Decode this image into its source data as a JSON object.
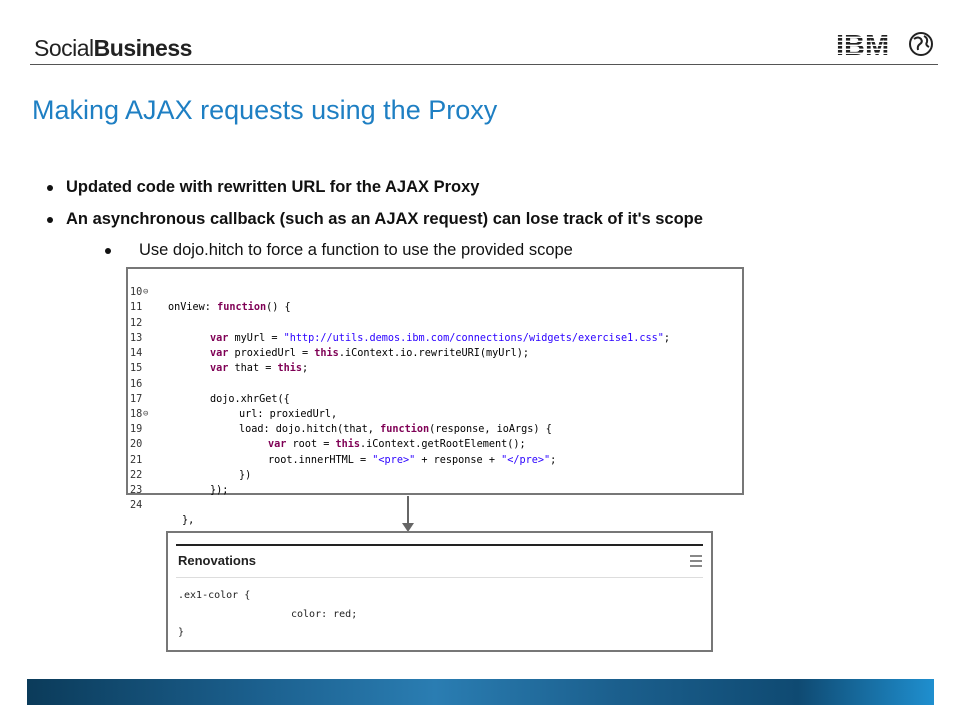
{
  "header": {
    "brand_light": "Social",
    "brand_bold": "Business",
    "ibm_logo_text": "IBM",
    "ibm_logo_icon": "ibm-logo",
    "globe_icon": "globe-icon"
  },
  "title": "Making AJAX requests using the Proxy",
  "bullets": [
    "Updated code with rewritten URL for the AJAX Proxy",
    "An asynchronous callback (such as an AJAX request) can lose track of it's scope",
    "Use dojo.hitch to force a function to use the provided scope"
  ],
  "code": {
    "lines": [
      {
        "n": "10",
        "fold": true
      },
      {
        "n": "11"
      },
      {
        "n": "12"
      },
      {
        "n": "13"
      },
      {
        "n": "14"
      },
      {
        "n": "15"
      },
      {
        "n": "16"
      },
      {
        "n": "17"
      },
      {
        "n": "18",
        "fold": true
      },
      {
        "n": "19"
      },
      {
        "n": "20"
      },
      {
        "n": "21"
      },
      {
        "n": "22"
      },
      {
        "n": "23"
      },
      {
        "n": "24"
      }
    ],
    "tokens": {
      "l10_a": "onView: ",
      "l10_kw": "function",
      "l10_b": "() {",
      "l12_kw": "var",
      "l12_a": " myUrl = ",
      "l12_str": "\"http://utils.demos.ibm.com/connections/widgets/exercise1.css\"",
      "l12_b": ";",
      "l13_kw": "var",
      "l13_a": " proxiedUrl = ",
      "l13_kw2": "this",
      "l13_b": ".iContext.io.rewriteURI(myUrl);",
      "l14_kw": "var",
      "l14_a": " that = ",
      "l14_kw2": "this",
      "l14_b": ";",
      "l16": "dojo.xhrGet({",
      "l17": "url: proxiedUrl,",
      "l18_a": "load: dojo.hitch(that, ",
      "l18_kw": "function",
      "l18_b": "(response, ioArgs) {",
      "l19_kw": "var",
      "l19_a": " root = ",
      "l19_kw2": "this",
      "l19_b": ".iContext.getRootElement();",
      "l20_a": "root.innerHTML = ",
      "l20_str": "\"<pre>\"",
      "l20_b": " + response + ",
      "l20_str2": "\"</pre>\"",
      "l20_c": ";",
      "l21": "})",
      "l22": "});",
      "l24": "},"
    }
  },
  "widget": {
    "title": "Renovations",
    "menu_icon": "menu-icon",
    "css_open": ".ex1-color {",
    "css_prop": "color: red;",
    "css_close": "}"
  },
  "colors": {
    "title_blue": "#1e7fc3",
    "keyword": "#7f0055",
    "string": "#2a00ff"
  }
}
